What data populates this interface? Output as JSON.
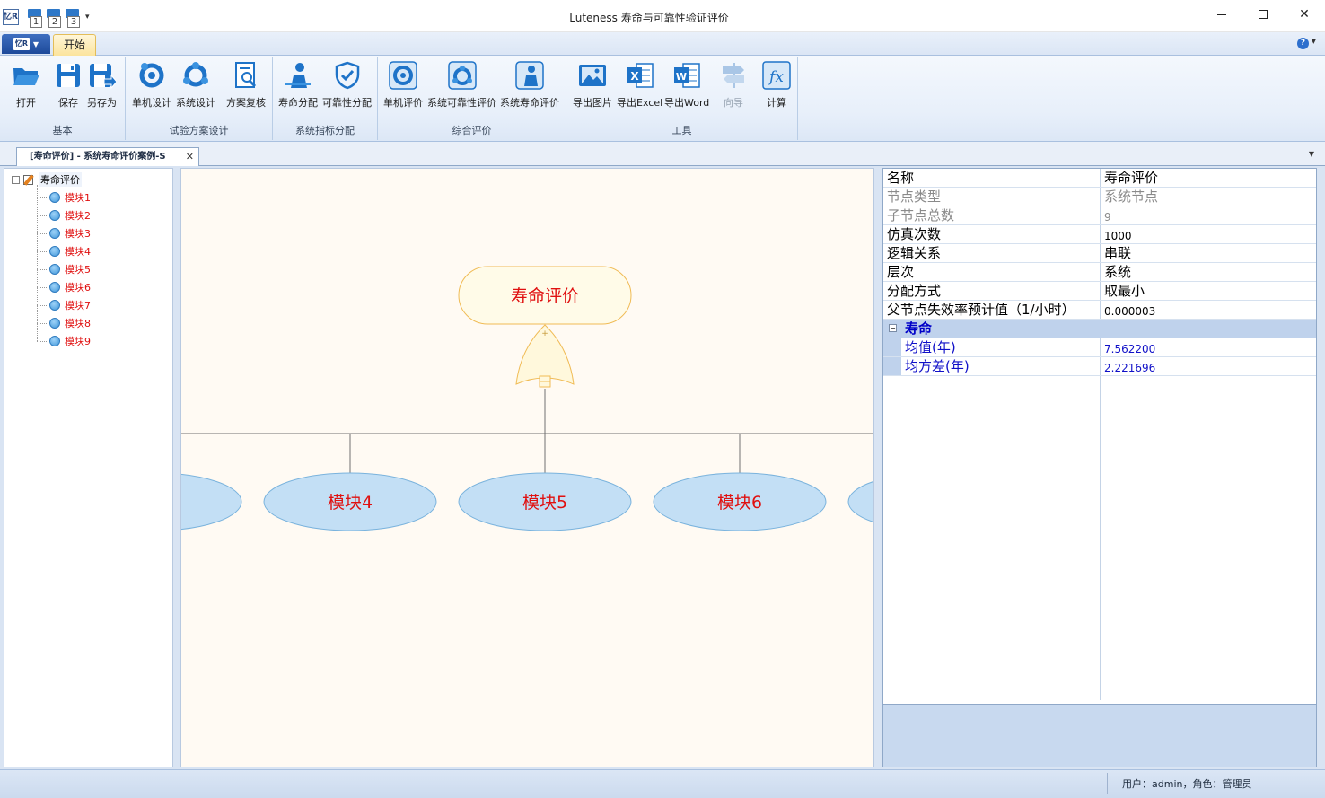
{
  "window": {
    "title": "Luteness 寿命与可靠性验证评价",
    "logo_text": "忆R",
    "qat": [
      "1",
      "2",
      "3"
    ],
    "qat_more": "▾",
    "minimize": "",
    "maximize": "",
    "close": "✕"
  },
  "ribbon": {
    "home_tab": "开始",
    "help": "?",
    "groups": [
      {
        "label": "基本",
        "buttons": [
          "打开",
          "保存",
          "另存为"
        ]
      },
      {
        "label": "试验方案设计",
        "buttons": [
          "单机设计",
          "系统设计",
          "方案复核"
        ]
      },
      {
        "label": "系统指标分配",
        "buttons": [
          "寿命分配",
          "可靠性分配"
        ]
      },
      {
        "label": "综合评价",
        "buttons": [
          "单机评价",
          "系统可靠性评价",
          "系统寿命评价"
        ]
      },
      {
        "label": "工具",
        "buttons": [
          "导出图片",
          "导出Excel",
          "导出Word",
          "向导",
          "计算"
        ]
      }
    ],
    "disabled_button": "向导"
  },
  "doc_tab": {
    "label": "[寿命评价] - 系统寿命评价案例-S",
    "close": "✕"
  },
  "tree": {
    "root": "寿命评价",
    "expander": "−",
    "items": [
      "模块1",
      "模块2",
      "模块3",
      "模块4",
      "模块5",
      "模块6",
      "模块7",
      "模块8",
      "模块9"
    ]
  },
  "diagram": {
    "root_label": "寿命评价",
    "gate": "OR",
    "gate_marker": "+",
    "visible_children": [
      "模块4",
      "模块5",
      "模块6"
    ],
    "colors": {
      "root_fill": "#fffbe8",
      "root_stroke": "#f0bb55",
      "child_fill": "#c3dff5",
      "child_stroke": "#7ab3dd",
      "label": "#e01010"
    }
  },
  "properties": {
    "rows": [
      {
        "key": "名称",
        "value": "寿命评价",
        "readonly": false
      },
      {
        "key": "节点类型",
        "value": "系统节点",
        "readonly": true
      },
      {
        "key": "子节点总数",
        "value": "9",
        "readonly": true
      },
      {
        "key": "仿真次数",
        "value": "1000",
        "readonly": false
      },
      {
        "key": "逻辑关系",
        "value": "串联",
        "readonly": false
      },
      {
        "key": "层次",
        "value": "系统",
        "readonly": false
      },
      {
        "key": "分配方式",
        "value": "取最小",
        "readonly": false
      },
      {
        "key": "父节点失效率预计值（1/小时）",
        "value": "0.000003",
        "readonly": false
      }
    ],
    "category": {
      "label": "寿命",
      "toggle": "−"
    },
    "sub_rows": [
      {
        "key": "均值(年)",
        "value": "7.562200"
      },
      {
        "key": "均方差(年)",
        "value": "2.221696"
      }
    ]
  },
  "status": {
    "text": "用户：admin，角色：管理员"
  }
}
